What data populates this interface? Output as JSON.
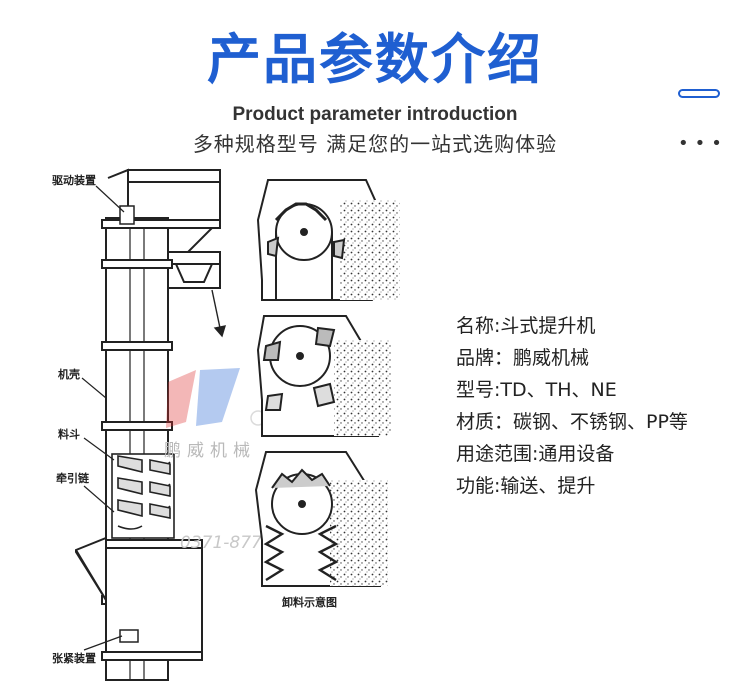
{
  "header": {
    "title": "产品参数介绍",
    "subtitle_en": "Product parameter introduction",
    "subtitle_cn": "多种规格型号 满足您的一站式选购体验"
  },
  "diagram": {
    "labels": {
      "drive": "驱动装置",
      "casing": "机壳",
      "bucket": "料斗",
      "chain": "牵引链",
      "tension": "张紧装置",
      "discharge": "卸料示意图"
    },
    "watermark": {
      "name": "鹏威机械",
      "phone": "0371-8777_X27"
    }
  },
  "specs": [
    "名称:斗式提升机",
    "品牌：鹏威机械",
    "型号:TD、TH、NE",
    "材质：碳钢、不锈钢、PP等",
    "用途范围:通用设备",
    "功能:输送、提升"
  ],
  "colors": {
    "accent": "#1f5fd1",
    "text": "#222222"
  }
}
